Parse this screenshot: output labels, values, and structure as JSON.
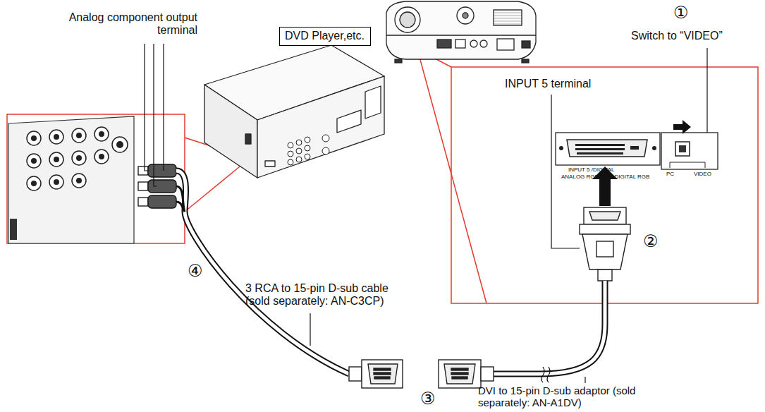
{
  "diagram": {
    "nodes": [
      {
        "text": [
          "DVD Player,etc."
        ]
      }
    ],
    "labels": [
      "Analog component output terminal",
      "①",
      "Switch to “VIDEO”",
      "INPUT 5 terminal",
      "②",
      "3 RCA to 15-pin D-sub cable (sold separately: AN-C3CP)",
      "④",
      "③",
      "DVI to 15-pin D-sub adaptor (sold separately: AN-A1DV)",
      "PC",
      "VIDEO",
      "INPUT 5 /DIGITAL",
      "ANALOG RGB / DVI-DIGITAL RGB"
    ]
  }
}
